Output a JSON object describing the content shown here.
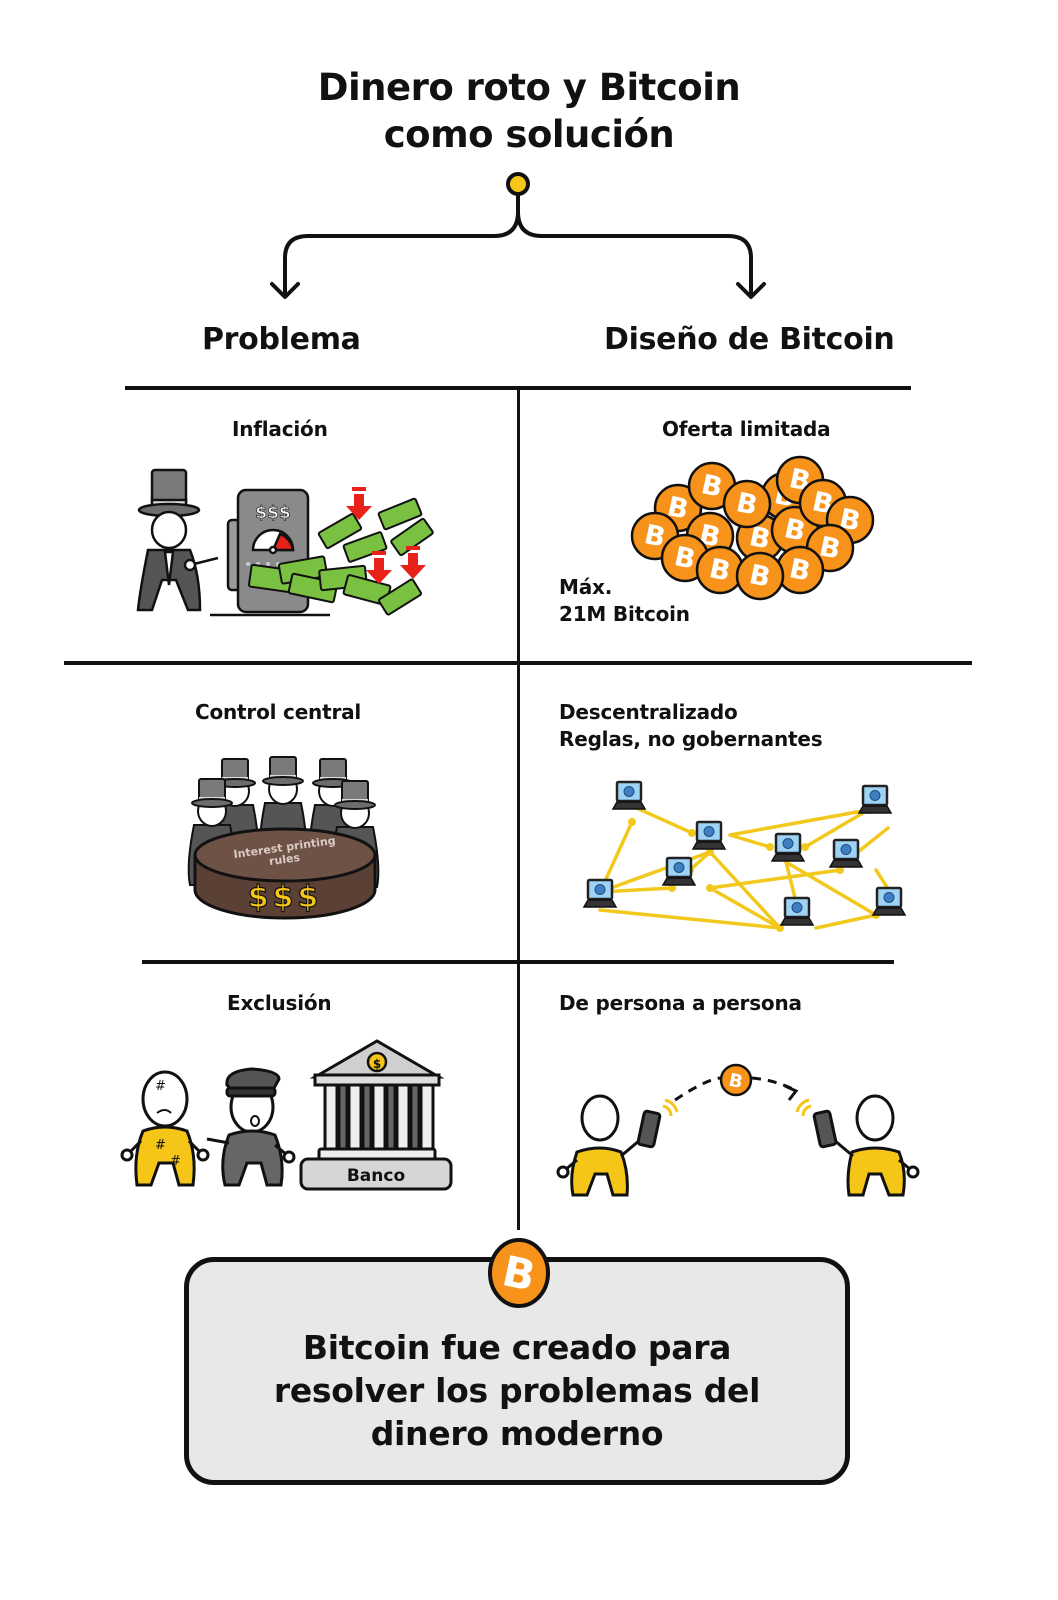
{
  "title": {
    "line1": "Dinero roto y Bitcoin",
    "line2": "como solución"
  },
  "columns": {
    "left": "Problema",
    "right": "Diseño de Bitcoin"
  },
  "rows": [
    {
      "problem": {
        "label": "Inflación",
        "illustration": "money-printer-icon"
      },
      "solution": {
        "label": "Oferta limitada",
        "caption_line1": "Máx.",
        "caption_line2": "21M Bitcoin",
        "illustration": "bitcoin-pile-icon"
      }
    },
    {
      "problem": {
        "label": "Control central",
        "table_text": "Interest printing rules",
        "table_money": "$$$",
        "illustration": "central-bankers-icon"
      },
      "solution": {
        "label_line1": "Descentralizado",
        "label_line2": "Reglas, no gobernantes",
        "illustration": "network-nodes-icon"
      }
    },
    {
      "problem": {
        "label": "Exclusión",
        "bank_label": "Banco",
        "illustration": "bank-exclusion-icon"
      },
      "solution": {
        "label": "De persona a persona",
        "illustration": "p2p-transfer-icon"
      }
    }
  ],
  "conclusion": {
    "line1": "Bitcoin fue creado para",
    "line2": "resolver los problemas del",
    "line3": "dinero moderno",
    "icon": "bitcoin-icon"
  },
  "printer": {
    "label": "$$$"
  },
  "colors": {
    "accent_yellow": "#f5c518",
    "bitcoin_orange": "#f7931a",
    "money_green": "#7ac142",
    "arrow_red": "#e8211b",
    "callout_bg": "#e8e8e8",
    "line": "#111111",
    "network_line": "#f2c81c",
    "screen_blue": "#9fd3f5"
  }
}
